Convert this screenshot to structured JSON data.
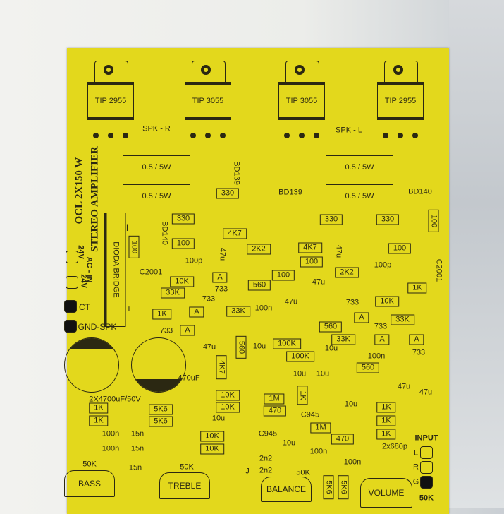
{
  "board": {
    "color": "#e3d81c",
    "ink": "#2b2812"
  },
  "title": {
    "line1": "OCL 2X150 W",
    "line2": "STEREO AMPLIFIER"
  },
  "transistors": [
    "TIP 2955",
    "TIP 3055",
    "TIP 3055",
    "TIP 2955"
  ],
  "power": {
    "ac_in": "AC - IN",
    "v1": "24V",
    "v2": "24V",
    "ct": "CT",
    "gnd_spk": "GND-SPK",
    "bridge": "DIODA BRIDGE",
    "plus": "+",
    "minus": "I"
  },
  "input": {
    "title": "INPUT",
    "l": "L",
    "r": "R",
    "g": "G"
  },
  "pots": [
    {
      "value": "50K",
      "name": "BASS"
    },
    {
      "value": "50K",
      "name": "TREBLE"
    },
    {
      "value": "50K",
      "name": "BALANCE"
    },
    {
      "value": "50K",
      "name": "VOLUME"
    }
  ],
  "resistors": [
    "0.5 / 5W",
    "0.5 / 5W",
    "0.5 / 5W",
    "0.5 / 5W",
    "330",
    "330",
    "330",
    "330",
    "4K7",
    "4K7",
    "100",
    "100",
    "100",
    "100",
    "2K2",
    "2K2",
    "10K",
    "10K",
    "33K",
    "33K",
    "33K",
    "33K",
    "560",
    "560",
    "560",
    "1K",
    "1K",
    "100K",
    "100K",
    "1K",
    "1K",
    "5K6",
    "5K6",
    "10K",
    "10K",
    "10K",
    "10K",
    "1M",
    "470",
    "1M",
    "470",
    "1K",
    "1K",
    "1K",
    "100",
    "100",
    "560",
    "4K7",
    "1K",
    "5K6",
    "5K6"
  ],
  "labels": [
    "SPK - R",
    "SPK - L",
    "BD139",
    "BD139",
    "BD140",
    "BD140",
    "C2001",
    "C2001",
    "100p",
    "100p",
    "733",
    "733",
    "733",
    "733",
    "733",
    "733",
    "100n",
    "100n",
    "47u",
    "47u",
    "47u",
    "47u",
    "47u",
    "47u",
    "47u",
    "470uF",
    "2X4700uF/50V",
    "100n",
    "100n",
    "15n",
    "15n",
    "15n",
    "10u",
    "10u",
    "10u",
    "10u",
    "10u",
    "10u",
    "10u",
    "C945",
    "C945",
    "100n",
    "100n",
    "2x680p",
    "2n2",
    "2n2",
    "A",
    "A",
    "A",
    "A",
    "A",
    "A",
    "J"
  ]
}
